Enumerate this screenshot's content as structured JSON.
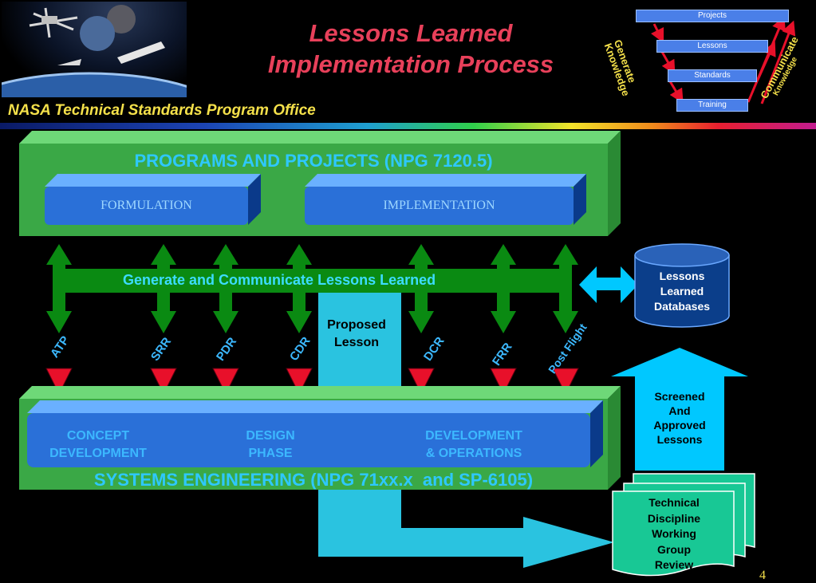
{
  "header": {
    "title_line1": "Lessons Learned",
    "title_line2": "Implementation Process",
    "office": "NASA Technical Standards Program Office"
  },
  "legend": {
    "levels": [
      "Projects",
      "Lessons",
      "Standards",
      "Training"
    ],
    "left_label_line1": "Generate",
    "left_label_line2": "Knowledge",
    "right_label_line1": "Communicate",
    "right_label_line2": "Knowledge"
  },
  "programs": {
    "title": "PROGRAMS AND PROJECTS (NPG 7120.5)",
    "phases": [
      "FORMULATION",
      "IMPLEMENTATION"
    ]
  },
  "generate_bar": "Generate and Communicate Lessons Learned",
  "databases": {
    "line1": "Lessons",
    "line2": "Learned",
    "line3": "Databases"
  },
  "proposed": {
    "line1": "Proposed",
    "line2": "Lesson"
  },
  "milestones": [
    "ATP",
    "SRR",
    "PDR",
    "CDR",
    "DCR",
    "FRR",
    "Post Flight"
  ],
  "systems": {
    "title": "SYSTEMS ENGINEERING (NPG 71xx.x  and SP-6105)",
    "phases": [
      {
        "line1": "CONCEPT",
        "line2": "DEVELOPMENT"
      },
      {
        "line1": "DESIGN",
        "line2": "PHASE"
      },
      {
        "line1": "DEVELOPMENT",
        "line2": "& OPERATIONS"
      }
    ]
  },
  "screened": {
    "line1": "Screened",
    "line2": "And",
    "line3": "Approved",
    "line4": "Lessons"
  },
  "review": {
    "line1": "Technical",
    "line2": "Discipline",
    "line3": "Working",
    "line4": "Group",
    "line5": "Review"
  },
  "page_number": "4",
  "colors": {
    "title": "#e8405a",
    "office": "#f4e04a",
    "panel_green": "#3aa846",
    "arrow_green": "#0a8a12",
    "cyan": "#00b8e8",
    "milestone_red": "#e8102a",
    "review_green": "#18c895"
  }
}
